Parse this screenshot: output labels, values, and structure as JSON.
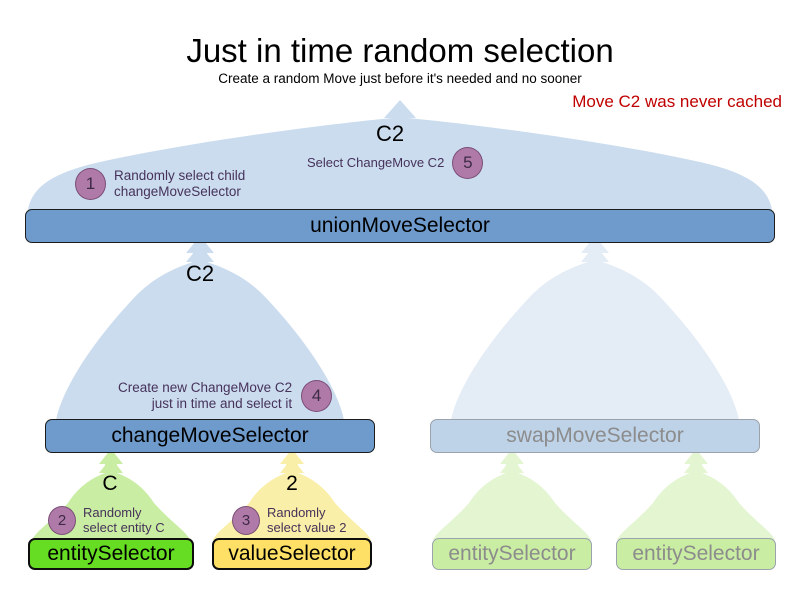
{
  "header": {
    "title": "Just in time random selection",
    "subtitle": "Create a random Move just before it's needed and no sooner",
    "warning": "Move C2 was never cached"
  },
  "colors": {
    "balloon_active": "#CBDCEF",
    "balloon_faded": "#E4ECF6",
    "bar_active": "#6E9BCB",
    "bar_faded": "#BED2E8",
    "entity_green": "#66DD22",
    "value_yellow": "#FFE066",
    "leaf_faded_green": "#C9EDA3",
    "badge_purple": "#B07AA8",
    "badge_border": "#7A4E77",
    "annotation_text": "#463259",
    "warning_red": "#C00000",
    "faded_text": "#8C8C8C"
  },
  "nodes": {
    "union": "unionMoveSelector",
    "change": "changeMoveSelector",
    "swap": "swapMoveSelector",
    "entity": "entitySelector",
    "value": "valueSelector",
    "entity_faded_1": "entitySelector",
    "entity_faded_2": "entitySelector"
  },
  "value_labels": {
    "top_c2": "C2",
    "mid_c2": "C2",
    "entity_c": "C",
    "value_2": "2"
  },
  "steps": [
    {
      "number": "1",
      "text": "Randomly select child\nchangeMoveSelector"
    },
    {
      "number": "2",
      "text": "Randomly\nselect entity C"
    },
    {
      "number": "3",
      "text": "Randomly\nselect value 2"
    },
    {
      "number": "4",
      "text": "Create new ChangeMove C2\njust in time and select it"
    },
    {
      "number": "5",
      "text": "Select ChangeMove C2"
    }
  ]
}
